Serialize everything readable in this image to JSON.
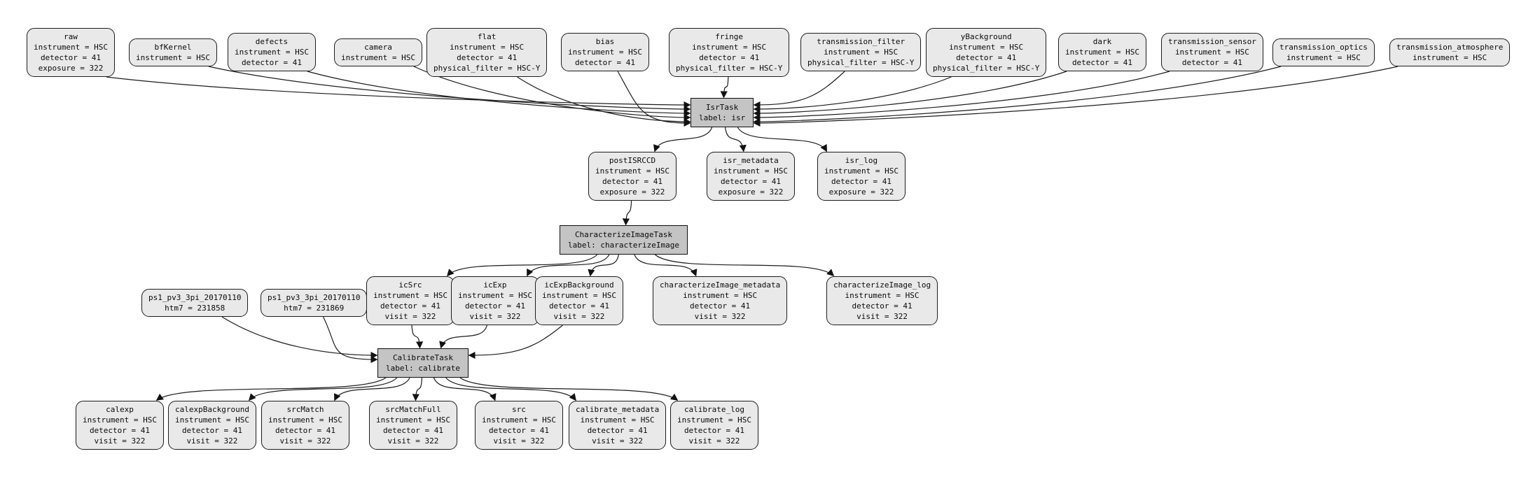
{
  "diagram": {
    "background": "#ffffff",
    "dataset_fill": "#e9e9e9",
    "task_fill": "#c4c4c4",
    "border_color": "#1c1c1c",
    "edge_color": "#1c1c1c"
  },
  "nodes": [
    {
      "id": "raw",
      "kind": "dataset",
      "title": "raw",
      "fields": [
        "instrument = HSC",
        "detector = 41",
        "exposure = 322"
      ]
    },
    {
      "id": "bfKernel",
      "kind": "dataset",
      "title": "bfKernel",
      "fields": [
        "instrument = HSC"
      ]
    },
    {
      "id": "defects",
      "kind": "dataset",
      "title": "defects",
      "fields": [
        "instrument = HSC",
        "detector = 41"
      ]
    },
    {
      "id": "camera",
      "kind": "dataset",
      "title": "camera",
      "fields": [
        "instrument = HSC"
      ]
    },
    {
      "id": "flat",
      "kind": "dataset",
      "title": "flat",
      "fields": [
        "instrument = HSC",
        "detector = 41",
        "physical_filter = HSC-Y"
      ]
    },
    {
      "id": "bias",
      "kind": "dataset",
      "title": "bias",
      "fields": [
        "instrument = HSC",
        "detector = 41"
      ]
    },
    {
      "id": "fringe",
      "kind": "dataset",
      "title": "fringe",
      "fields": [
        "instrument = HSC",
        "detector = 41",
        "physical_filter = HSC-Y"
      ]
    },
    {
      "id": "transmission_filter",
      "kind": "dataset",
      "title": "transmission_filter",
      "fields": [
        "instrument = HSC",
        "physical_filter = HSC-Y"
      ]
    },
    {
      "id": "yBackground",
      "kind": "dataset",
      "title": "yBackground",
      "fields": [
        "instrument = HSC",
        "detector = 41",
        "physical_filter = HSC-Y"
      ]
    },
    {
      "id": "dark",
      "kind": "dataset",
      "title": "dark",
      "fields": [
        "instrument = HSC",
        "detector = 41"
      ]
    },
    {
      "id": "transmission_sensor",
      "kind": "dataset",
      "title": "transmission_sensor",
      "fields": [
        "instrument = HSC",
        "detector = 41"
      ]
    },
    {
      "id": "transmission_optics",
      "kind": "dataset",
      "title": "transmission_optics",
      "fields": [
        "instrument = HSC"
      ]
    },
    {
      "id": "transmission_atmosphere",
      "kind": "dataset",
      "title": "transmission_atmosphere",
      "fields": [
        "instrument = HSC"
      ]
    },
    {
      "id": "isrTask",
      "kind": "task",
      "title": "IsrTask",
      "fields": [
        "label: isr"
      ]
    },
    {
      "id": "postISRCCD",
      "kind": "dataset",
      "title": "postISRCCD",
      "fields": [
        "instrument = HSC",
        "detector = 41",
        "exposure = 322"
      ]
    },
    {
      "id": "isr_metadata",
      "kind": "dataset",
      "title": "isr_metadata",
      "fields": [
        "instrument = HSC",
        "detector = 41",
        "exposure = 322"
      ]
    },
    {
      "id": "isr_log",
      "kind": "dataset",
      "title": "isr_log",
      "fields": [
        "instrument = HSC",
        "detector = 41",
        "exposure = 322"
      ]
    },
    {
      "id": "characterizeImageTask",
      "kind": "task",
      "title": "CharacterizeImageTask",
      "fields": [
        "label: characterizeImage"
      ]
    },
    {
      "id": "icSrc",
      "kind": "dataset",
      "title": "icSrc",
      "fields": [
        "instrument = HSC",
        "detector = 41",
        "visit = 322"
      ]
    },
    {
      "id": "icExp",
      "kind": "dataset",
      "title": "icExp",
      "fields": [
        "instrument = HSC",
        "detector = 41",
        "visit = 322"
      ]
    },
    {
      "id": "icExpBackground",
      "kind": "dataset",
      "title": "icExpBackground",
      "fields": [
        "instrument = HSC",
        "detector = 41",
        "visit = 322"
      ]
    },
    {
      "id": "characterizeImage_metadata",
      "kind": "dataset",
      "title": "characterizeImage_metadata",
      "fields": [
        "instrument = HSC",
        "detector = 41",
        "visit = 322"
      ]
    },
    {
      "id": "characterizeImage_log",
      "kind": "dataset",
      "title": "characterizeImage_log",
      "fields": [
        "instrument = HSC",
        "detector = 41",
        "visit = 322"
      ]
    },
    {
      "id": "ps1_231858",
      "kind": "dataset",
      "title": "ps1_pv3_3pi_20170110",
      "fields": [
        "htm7 = 231858"
      ]
    },
    {
      "id": "ps1_231869",
      "kind": "dataset",
      "title": "ps1_pv3_3pi_20170110",
      "fields": [
        "htm7 = 231869"
      ]
    },
    {
      "id": "calibrateTask",
      "kind": "task",
      "title": "CalibrateTask",
      "fields": [
        "label: calibrate"
      ]
    },
    {
      "id": "calexp",
      "kind": "dataset",
      "title": "calexp",
      "fields": [
        "instrument = HSC",
        "detector = 41",
        "visit = 322"
      ]
    },
    {
      "id": "calexpBackground",
      "kind": "dataset",
      "title": "calexpBackground",
      "fields": [
        "instrument = HSC",
        "detector = 41",
        "visit = 322"
      ]
    },
    {
      "id": "srcMatch",
      "kind": "dataset",
      "title": "srcMatch",
      "fields": [
        "instrument = HSC",
        "detector = 41",
        "visit = 322"
      ]
    },
    {
      "id": "srcMatchFull",
      "kind": "dataset",
      "title": "srcMatchFull",
      "fields": [
        "instrument = HSC",
        "detector = 41",
        "visit = 322"
      ]
    },
    {
      "id": "src",
      "kind": "dataset",
      "title": "src",
      "fields": [
        "instrument = HSC",
        "detector = 41",
        "visit = 322"
      ]
    },
    {
      "id": "calibrate_metadata",
      "kind": "dataset",
      "title": "calibrate_metadata",
      "fields": [
        "instrument = HSC",
        "detector = 41",
        "visit = 322"
      ]
    },
    {
      "id": "calibrate_log",
      "kind": "dataset",
      "title": "calibrate_log",
      "fields": [
        "instrument = HSC",
        "detector = 41",
        "visit = 322"
      ]
    }
  ],
  "edges": [
    [
      "raw",
      "isrTask"
    ],
    [
      "bfKernel",
      "isrTask"
    ],
    [
      "defects",
      "isrTask"
    ],
    [
      "camera",
      "isrTask"
    ],
    [
      "flat",
      "isrTask"
    ],
    [
      "bias",
      "isrTask"
    ],
    [
      "fringe",
      "isrTask"
    ],
    [
      "transmission_filter",
      "isrTask"
    ],
    [
      "yBackground",
      "isrTask"
    ],
    [
      "dark",
      "isrTask"
    ],
    [
      "transmission_sensor",
      "isrTask"
    ],
    [
      "transmission_optics",
      "isrTask"
    ],
    [
      "transmission_atmosphere",
      "isrTask"
    ],
    [
      "isrTask",
      "postISRCCD"
    ],
    [
      "isrTask",
      "isr_metadata"
    ],
    [
      "isrTask",
      "isr_log"
    ],
    [
      "postISRCCD",
      "characterizeImageTask"
    ],
    [
      "characterizeImageTask",
      "icSrc"
    ],
    [
      "characterizeImageTask",
      "icExp"
    ],
    [
      "characterizeImageTask",
      "icExpBackground"
    ],
    [
      "characterizeImageTask",
      "characterizeImage_metadata"
    ],
    [
      "characterizeImageTask",
      "characterizeImage_log"
    ],
    [
      "ps1_231858",
      "calibrateTask"
    ],
    [
      "ps1_231869",
      "calibrateTask"
    ],
    [
      "icSrc",
      "calibrateTask"
    ],
    [
      "icExp",
      "calibrateTask"
    ],
    [
      "icExpBackground",
      "calibrateTask"
    ],
    [
      "calibrateTask",
      "calexp"
    ],
    [
      "calibrateTask",
      "calexpBackground"
    ],
    [
      "calibrateTask",
      "srcMatch"
    ],
    [
      "calibrateTask",
      "srcMatchFull"
    ],
    [
      "calibrateTask",
      "src"
    ],
    [
      "calibrateTask",
      "calibrate_metadata"
    ],
    [
      "calibrateTask",
      "calibrate_log"
    ]
  ]
}
